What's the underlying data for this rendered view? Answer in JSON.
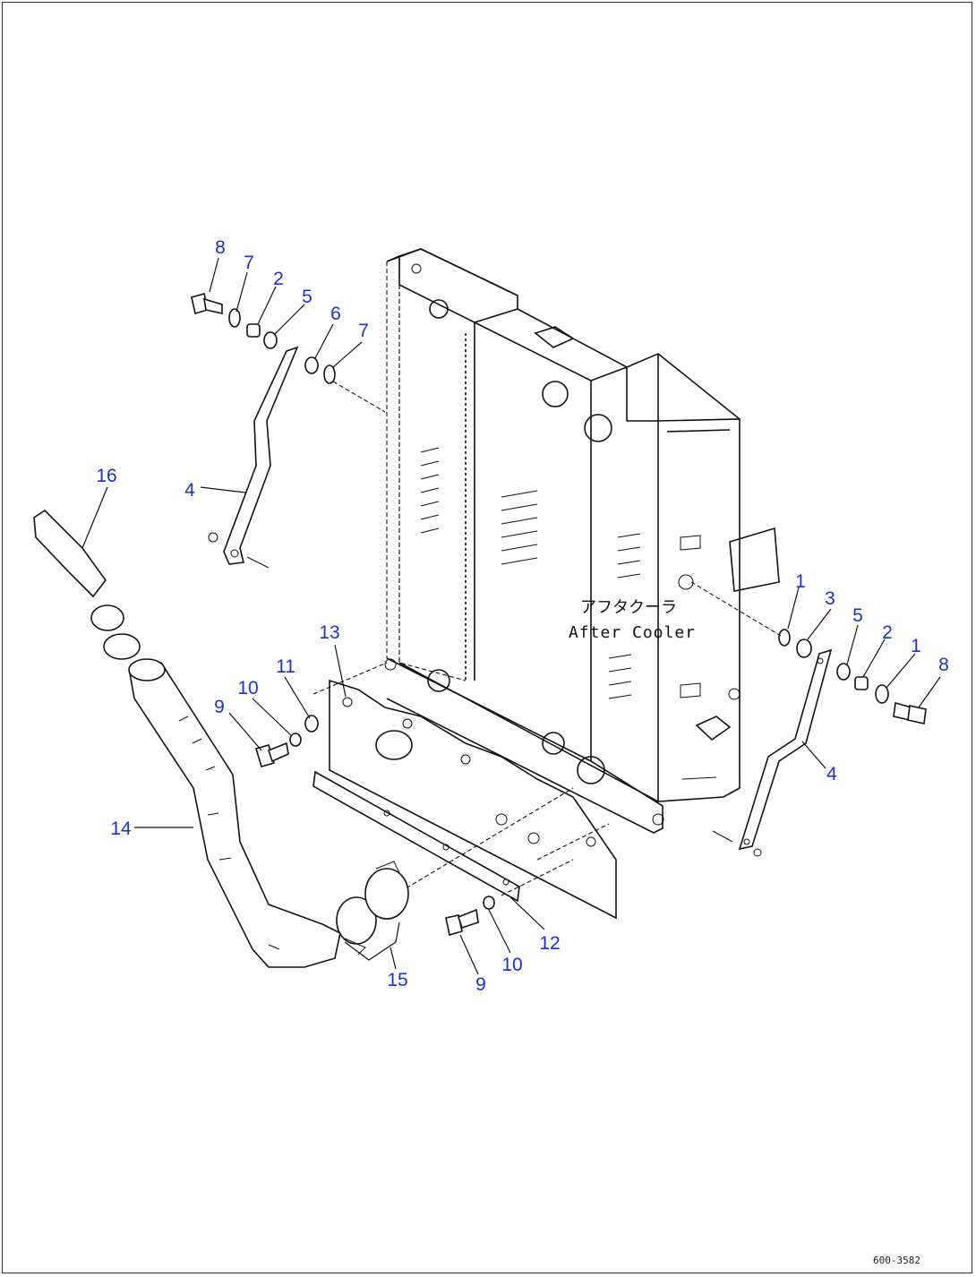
{
  "diagram": {
    "component_label_jp": "アフタクーラ",
    "component_label_en": "After Cooler",
    "drawing_number": "600-3582",
    "callouts": [
      {
        "id": "c8a",
        "label": "8"
      },
      {
        "id": "c7a",
        "label": "7"
      },
      {
        "id": "c2a",
        "label": "2"
      },
      {
        "id": "c5a",
        "label": "5"
      },
      {
        "id": "c6a",
        "label": "6"
      },
      {
        "id": "c7b",
        "label": "7"
      },
      {
        "id": "c16",
        "label": "16"
      },
      {
        "id": "c4a",
        "label": "4"
      },
      {
        "id": "c13",
        "label": "13"
      },
      {
        "id": "c11",
        "label": "11"
      },
      {
        "id": "c10a",
        "label": "10"
      },
      {
        "id": "c9a",
        "label": "9"
      },
      {
        "id": "c14",
        "label": "14"
      },
      {
        "id": "c15",
        "label": "15"
      },
      {
        "id": "c9b",
        "label": "9"
      },
      {
        "id": "c10b",
        "label": "10"
      },
      {
        "id": "c12",
        "label": "12"
      },
      {
        "id": "c1a",
        "label": "1"
      },
      {
        "id": "c3",
        "label": "3"
      },
      {
        "id": "c5b",
        "label": "5"
      },
      {
        "id": "c2b",
        "label": "2"
      },
      {
        "id": "c1b",
        "label": "1"
      },
      {
        "id": "c8b",
        "label": "8"
      },
      {
        "id": "c4b",
        "label": "4"
      }
    ]
  }
}
